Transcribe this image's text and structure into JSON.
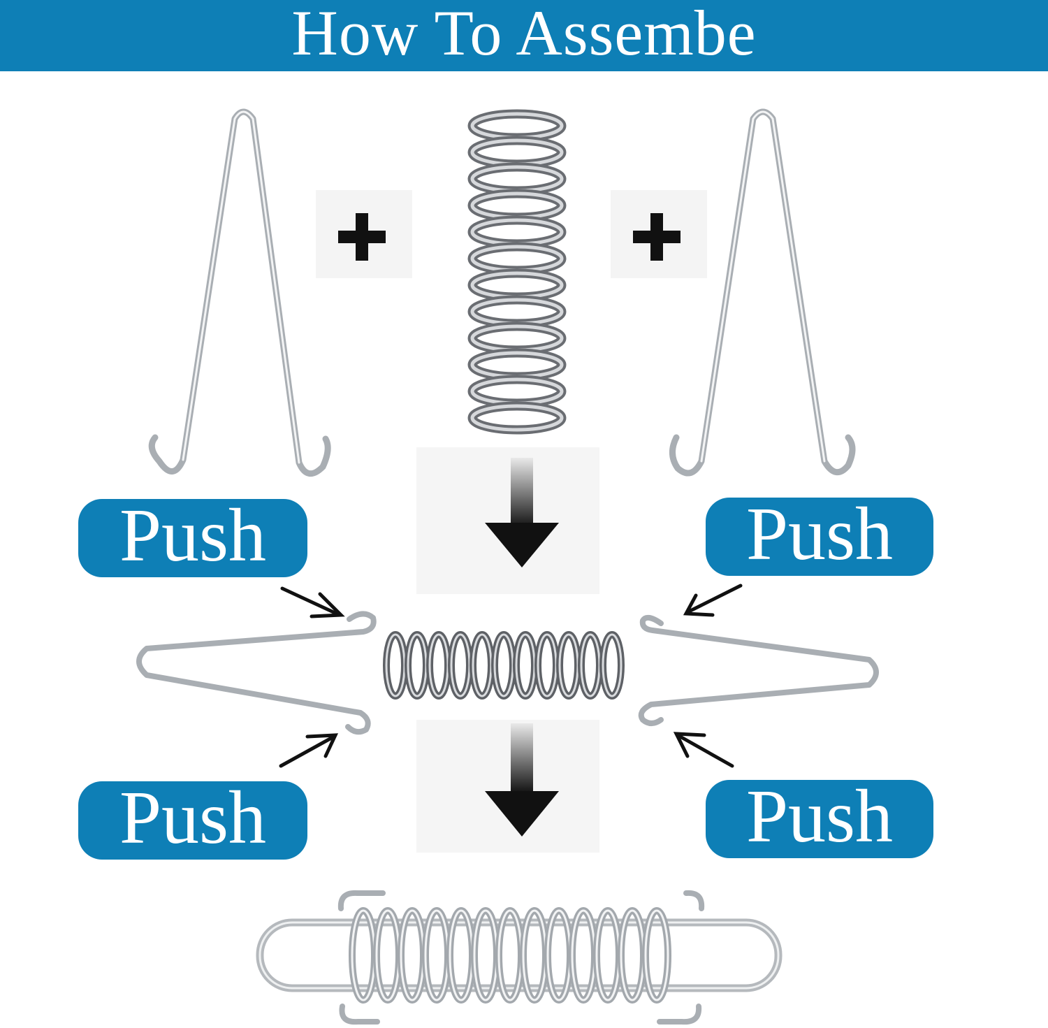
{
  "title": "How To Assembe",
  "push_labels": [
    "Push",
    "Push",
    "Push",
    "Push"
  ],
  "colors": {
    "banner": "#0e7fb6",
    "text_on_banner": "#ffffff",
    "wire": "#b9bdc2",
    "spring_dark": "#5e6166",
    "spring_light": "#d9dbde",
    "arrow": "#111111"
  },
  "icons": [
    "plus-icon",
    "down-arrow-icon",
    "push-arrow-icon",
    "v-hook-icon",
    "spring-icon",
    "assembled-tensioner-icon"
  ]
}
